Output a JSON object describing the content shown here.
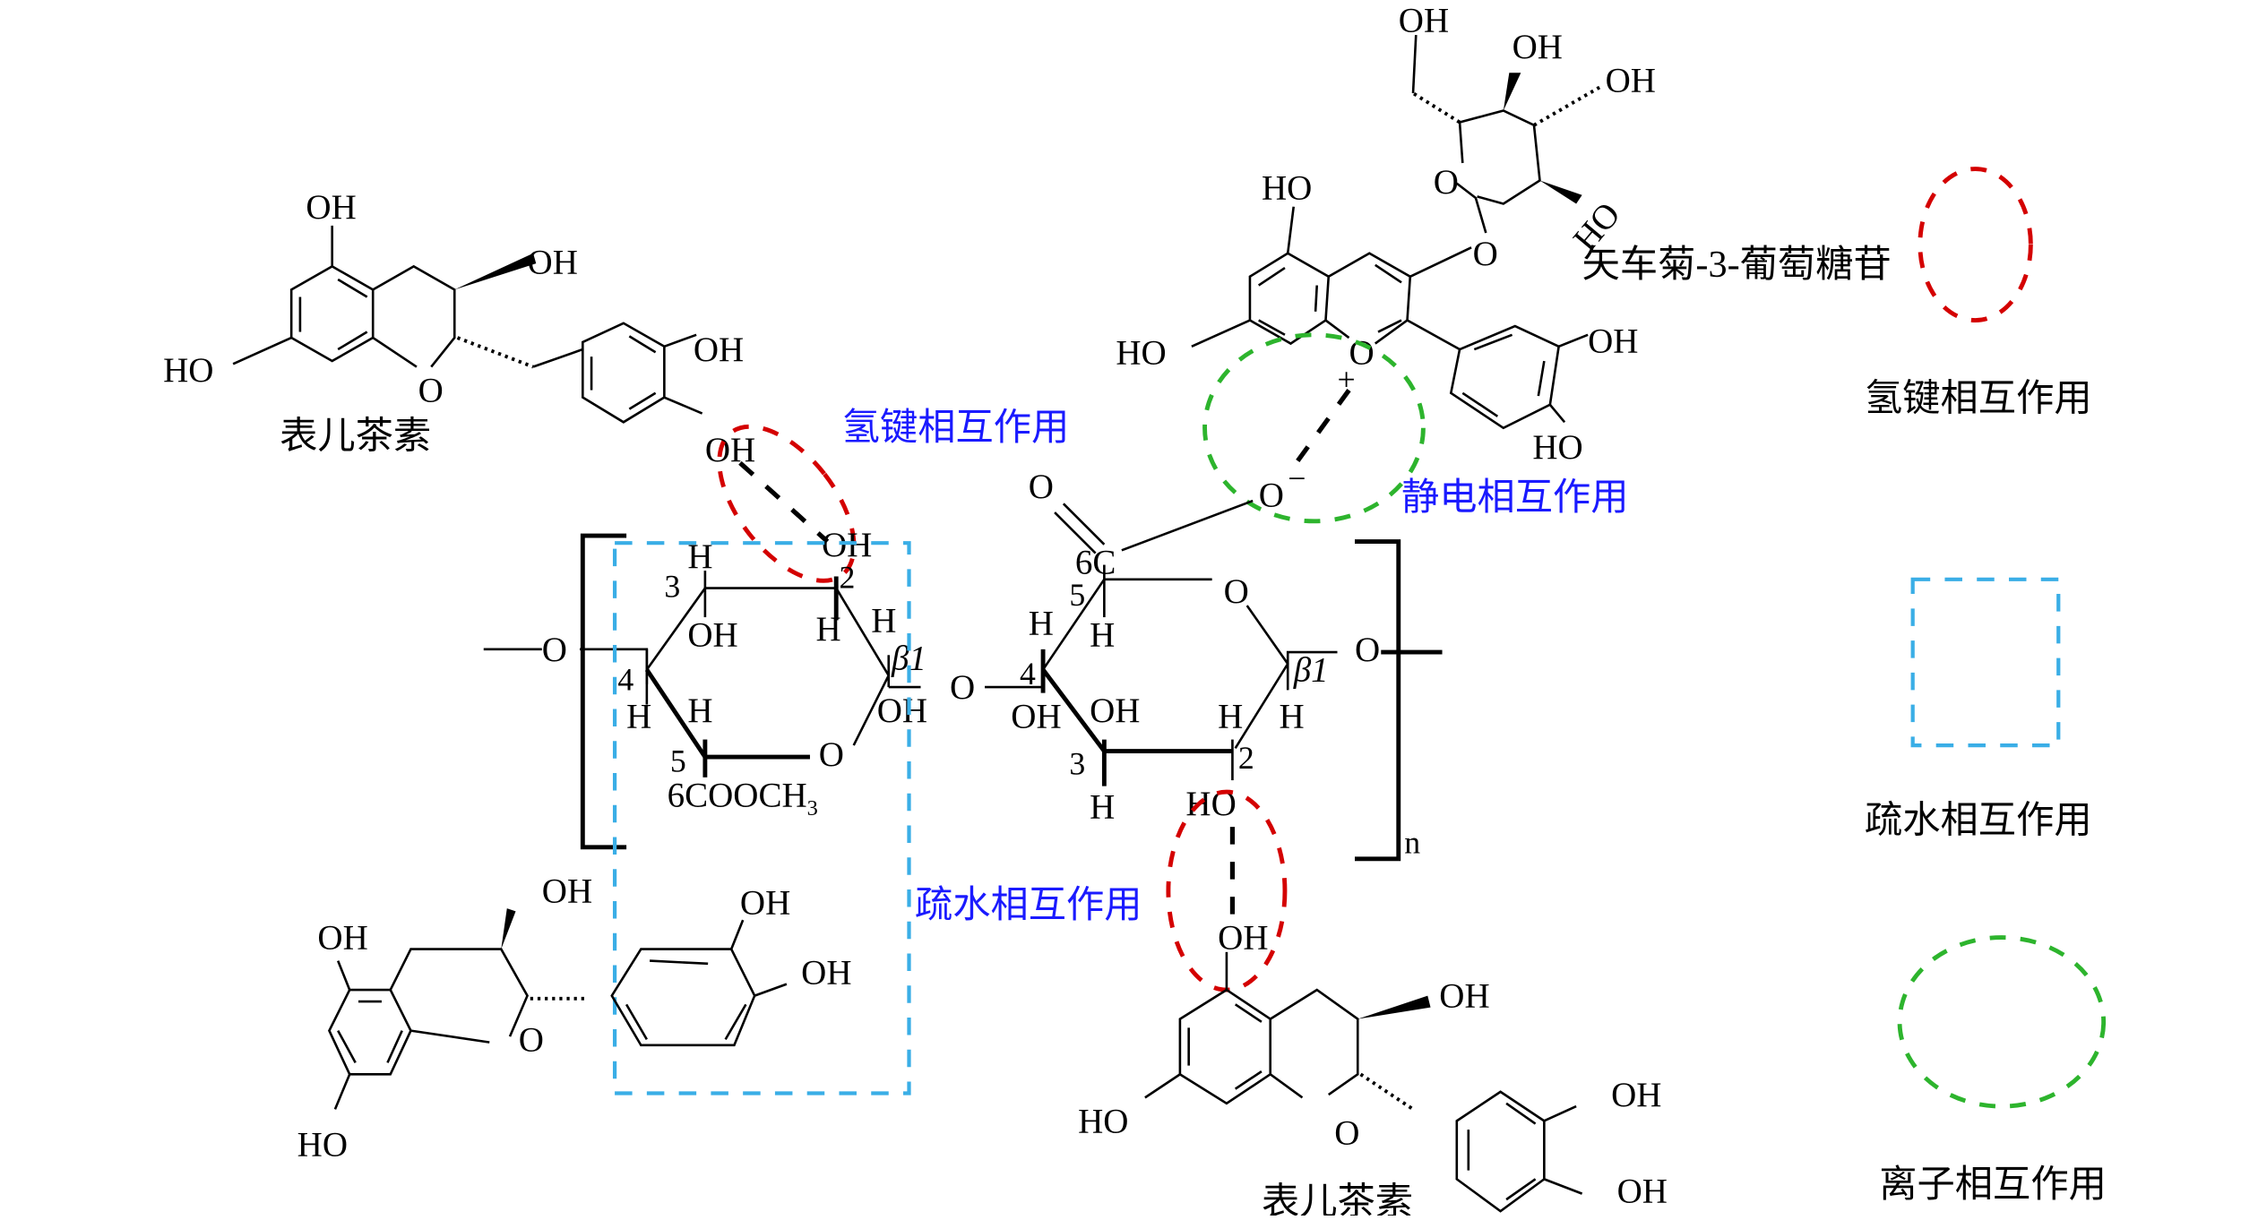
{
  "figure": {
    "type": "chemical-interaction-diagram",
    "molecules": {
      "epicatechin_top_left": {
        "name": "表儿茶素",
        "atoms": {
          "oh_5": "OH",
          "oh_3": "OH",
          "ho_7": "HO",
          "ring_o": "O",
          "oh_3p": "OH",
          "oh_4p": "OH"
        }
      },
      "cyanidin_3_glucoside": {
        "name": "矢车菊-3-葡萄糖苷",
        "atoms": {
          "ho_5": "HO",
          "ho_7": "HO",
          "o_plus": "O",
          "charge_plus": "+",
          "oh_3p": "OH",
          "ho_4p": "HO",
          "o_glycosidic": "O",
          "o_sugar_ring": "O",
          "ho_sugar_2": "HO",
          "oh_sugar_6": "OH",
          "oh_sugar_4": "OH",
          "oh_sugar_3": "OH"
        }
      },
      "pectin_unit": {
        "repeat_label": "n",
        "ring1": {
          "o_link_left": "O",
          "c3_label": "3",
          "h_c3": "H",
          "oh_c3": "OH",
          "c2_label": "2",
          "h_c2": "H",
          "oh_c2": "OH",
          "h_c1": "H",
          "beta1": "β1",
          "oh_c1": "OH",
          "c4_label": "4",
          "h_c4a": "H",
          "h_c5": "H",
          "c5_label": "5",
          "ring_o": "O",
          "substituent_c6": "6COOCH",
          "substituent_sub": "3"
        },
        "link_o": "O",
        "ring2": {
          "carbonyl_o": "O",
          "c6_label": "6C",
          "o_minus": "O",
          "charge_minus": "−",
          "c5_label": "5",
          "ring_o": "O",
          "h_c5": "H",
          "h_c4": "H",
          "c4_label": "4",
          "oh_c4": "OH",
          "oh_c3": "OH",
          "h_c2a": "H",
          "h_c1": "H",
          "beta1": "β1",
          "o_link_right": "O",
          "c3_label": "3",
          "h_c3": "H",
          "c2_label": "2",
          "ho_c2": "HO"
        }
      },
      "epicatechin_bottom_left": {
        "atoms": {
          "oh_3": "OH",
          "oh_5": "OH",
          "ring_o": "O",
          "ho_7": "HO",
          "oh_3p": "OH",
          "oh_4p": "OH"
        }
      },
      "epicatechin_bottom": {
        "name": "表儿茶素",
        "atoms": {
          "oh_5": "OH",
          "oh_3": "OH",
          "ho_7": "HO",
          "ring_o": "O",
          "oh_3p": "OH",
          "oh_4p": "OH"
        }
      }
    },
    "interaction_labels": {
      "hydrogen_bond": "氢键相互作用",
      "electrostatic": "静电相互作用",
      "hydrophobic": "疏水相互作用"
    },
    "legend": [
      {
        "shape": "dashed-ellipse",
        "color": "#d40000",
        "label": "氢键相互作用"
      },
      {
        "shape": "dashed-rectangle",
        "color": "#3aaee6",
        "label": "疏水相互作用"
      },
      {
        "shape": "dashed-ellipse",
        "color": "#2db42d",
        "label": "离子相互作用"
      }
    ],
    "colors": {
      "hydrogen_bond": "#d40000",
      "hydrophobic": "#3aaee6",
      "ionic": "#2db42d",
      "annotation_text": "#1a1aff"
    }
  }
}
